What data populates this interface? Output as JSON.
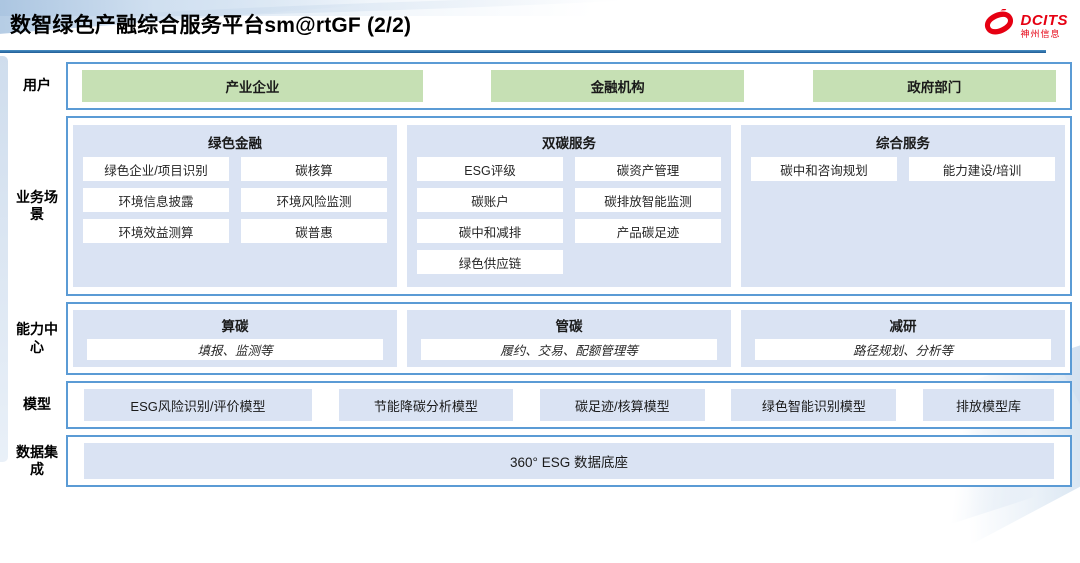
{
  "header": {
    "title": "数智绿色产融综合服务平台sm@rtGF (2/2)",
    "logo": {
      "brand": "DCITS",
      "subbrand": "神州信息"
    }
  },
  "colors": {
    "accent_blue": "#5b9bd5",
    "panel_blue": "#dae3f3",
    "user_green": "#c6e0b4",
    "rule_blue": "#2e75b6",
    "brand_red": "#e60012"
  },
  "rows": {
    "users": {
      "label": "用户",
      "items": [
        "产业企业",
        "金融机构",
        "政府部门"
      ]
    },
    "scenarios": {
      "label": "业务场景",
      "columns": [
        {
          "title": "绿色金融",
          "items": [
            "绿色企业/项目识别",
            "碳核算",
            "环境信息披露",
            "环境风险监测",
            "环境效益测算",
            "碳普惠"
          ]
        },
        {
          "title": "双碳服务",
          "items": [
            "ESG评级",
            "碳资产管理",
            "碳账户",
            "碳排放智能监测",
            "碳中和减排",
            "产品碳足迹",
            "绿色供应链"
          ]
        },
        {
          "title": "综合服务",
          "items": [
            "碳中和咨询规划",
            "能力建设/培训"
          ]
        }
      ]
    },
    "capabilities": {
      "label": "能力中心",
      "items": [
        {
          "title": "算碳",
          "desc": "填报、监测等"
        },
        {
          "title": "管碳",
          "desc": "履约、交易、配额管理等"
        },
        {
          "title": "减研",
          "desc": "路径规划、分析等"
        }
      ]
    },
    "models": {
      "label": "模型",
      "items": [
        "ESG风险识别/评价模型",
        "节能降碳分析模型",
        "碳足迹/核算模型",
        "绿色智能识别模型",
        "排放模型库"
      ]
    },
    "data_integration": {
      "label": "数据集成",
      "item": "360° ESG 数据底座"
    }
  }
}
